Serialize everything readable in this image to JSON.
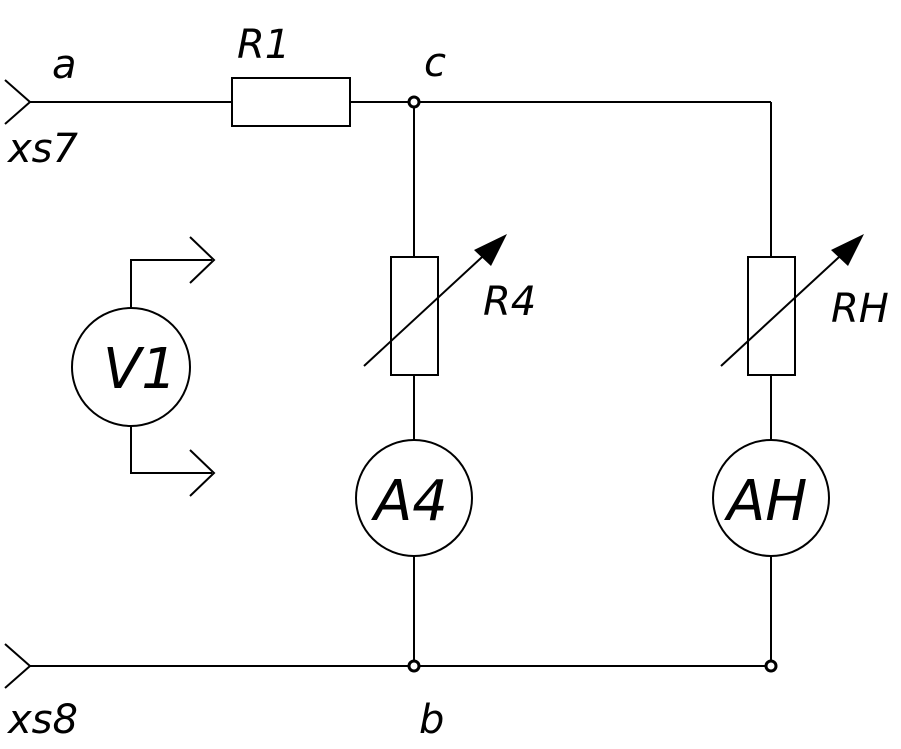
{
  "diagram": {
    "terminals": {
      "top_node": "a",
      "top_connector": "xs7",
      "bottom_connector": "xs8",
      "bottom_node": "b"
    },
    "nodes": {
      "junction_top": "c"
    },
    "resistors": {
      "r1": "R1",
      "r4": "R4",
      "rn": "RH"
    },
    "meters": {
      "voltmeter": "V1",
      "ammeter_4": "A4",
      "ammeter_n": "AH"
    }
  }
}
